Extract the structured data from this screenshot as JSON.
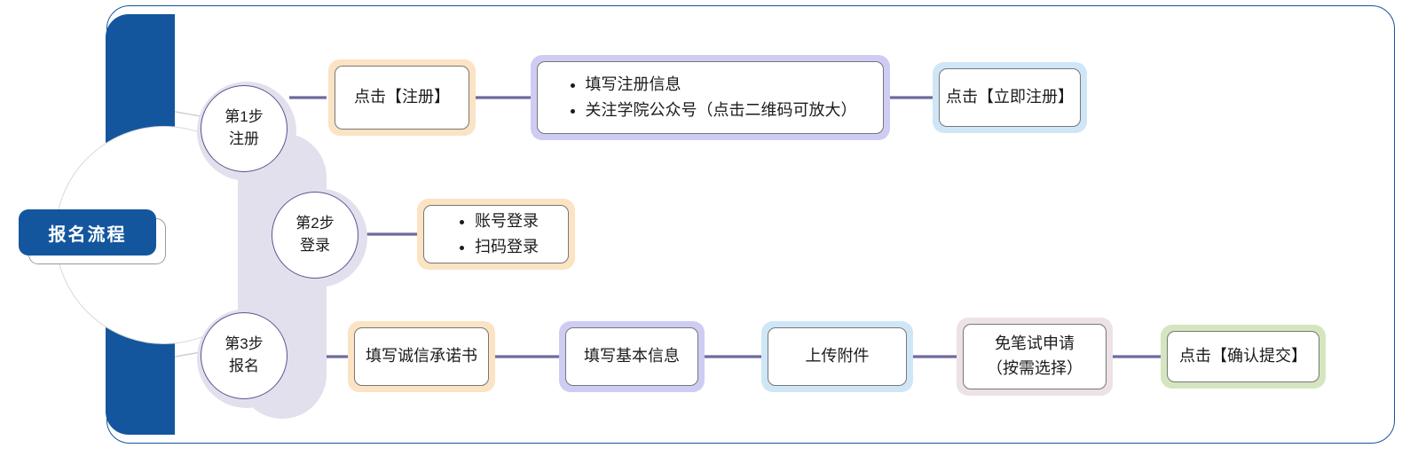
{
  "diagram": {
    "title": "报名流程",
    "root_label": "报名流程",
    "colors": {
      "brand_blue": "#14569E",
      "frame_border": "#13559E",
      "connector": "#6d6b9e",
      "circle_border": "#5d538f",
      "halo": "#e2e0ed",
      "box_inner_border": "#777777",
      "peach": "#FBE3C4",
      "lavender": "#CFCCF3",
      "lightblue": "#CFE6F7",
      "mauve": "#EDE3E4",
      "green": "#D5E5C0"
    },
    "steps": [
      {
        "id": "step1",
        "line1": "第1步",
        "line2": "注册",
        "nodes": [
          {
            "id": "n1-1",
            "accent": "peach",
            "type": "text",
            "text": "点击【注册】"
          },
          {
            "id": "n1-2",
            "accent": "lavender",
            "type": "bullets",
            "items": [
              "填写注册信息",
              "关注学院公众号（点击二维码可放大）"
            ]
          },
          {
            "id": "n1-3",
            "accent": "lightblue",
            "type": "text",
            "text": "点击【立即注册】"
          }
        ]
      },
      {
        "id": "step2",
        "line1": "第2步",
        "line2": "登录",
        "nodes": [
          {
            "id": "n2-1",
            "accent": "peach",
            "type": "bullets",
            "items": [
              "账号登录",
              "扫码登录"
            ]
          }
        ]
      },
      {
        "id": "step3",
        "line1": "第3步",
        "line2": "报名",
        "nodes": [
          {
            "id": "n3-1",
            "accent": "peach",
            "type": "text",
            "text": "填写诚信承诺书"
          },
          {
            "id": "n3-2",
            "accent": "lavender",
            "type": "text",
            "text": "填写基本信息"
          },
          {
            "id": "n3-3",
            "accent": "lightblue",
            "type": "text",
            "text": "上传附件"
          },
          {
            "id": "n3-4",
            "accent": "mauve",
            "type": "twoline",
            "line1": "免笔试申请",
            "line2": "（按需选择）"
          },
          {
            "id": "n3-5",
            "accent": "green",
            "type": "text",
            "text": "点击【确认提交】"
          }
        ]
      }
    ]
  }
}
